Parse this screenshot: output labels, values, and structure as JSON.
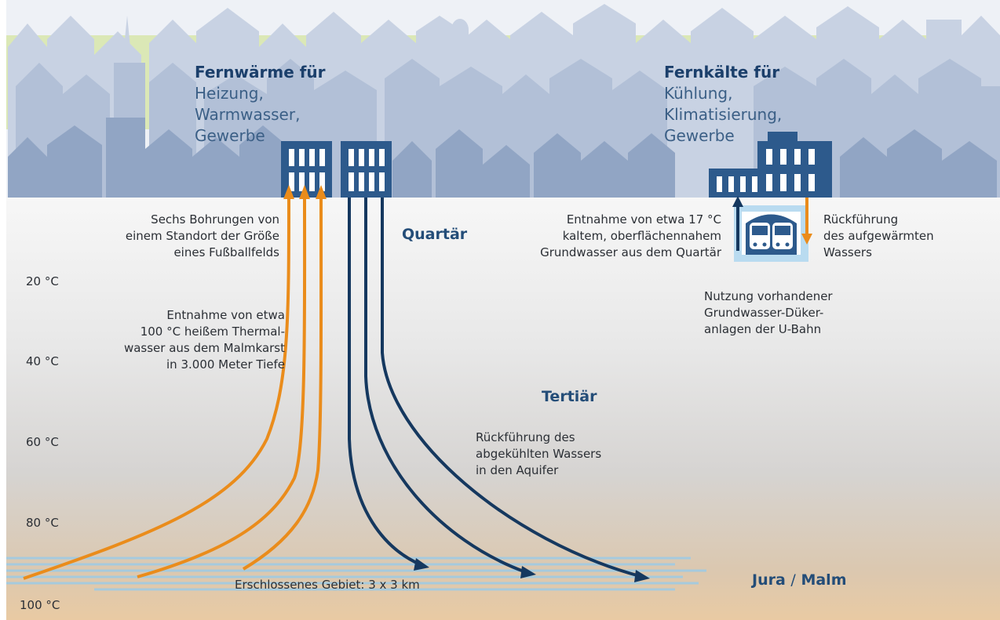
{
  "left_heading": {
    "bold": "Fernwärme für",
    "lines": [
      "Heizung,",
      "Warmwasser,",
      "Gewerbe"
    ]
  },
  "right_heading": {
    "bold": "Fernkälte für",
    "lines": [
      "Kühlung,",
      "Klimatisierung,",
      "Gewerbe"
    ]
  },
  "labels": {
    "bohrungen": [
      "Sechs Bohrungen von",
      "einem Standort der Größe",
      "eines Fußballfelds"
    ],
    "entnahme_thermal": [
      "Entnahme von etwa",
      "100 °C heißem Thermal-",
      "wasser aus dem Malmkarst",
      "in 3.000 Meter Tiefe"
    ],
    "entnahme_grundwasser": [
      "Entnahme von etwa 17 °C",
      "kaltem, oberflächennahem",
      "Grundwasser aus dem Quartär"
    ],
    "rueckfuehrung_warm": [
      "Rückführung",
      "des aufgewärmten",
      "Wassers"
    ],
    "nutzung_uban": [
      "Nutzung vorhandener",
      "Grundwasser-Düker-",
      "anlagen der U-Bahn"
    ],
    "rueckfuehrung_kalt": [
      "Rückführung des",
      "abgekühlten Wassers",
      "in den Aquifer"
    ],
    "gebiet": "Erschlossenes Gebiet: 3 x 3 km"
  },
  "layers": {
    "quartaer": "Quartär",
    "tertiaer": "Tertiär",
    "jura": "Jura",
    "slash": "/",
    "malm": "Malm"
  },
  "temperatures": [
    "20 °C",
    "40 °C",
    "60 °C",
    "80 °C",
    "100 °C"
  ],
  "colors": {
    "hot_pipe": "#ea8c1b",
    "cold_pipe": "#15385f",
    "building": "#2d5a8c",
    "skyline_dark": "#8ea3c2",
    "skyline_light": "#c5d0e2",
    "greenery": "#d6e6a6",
    "aquifer_stripe": "#9ccbe6"
  }
}
